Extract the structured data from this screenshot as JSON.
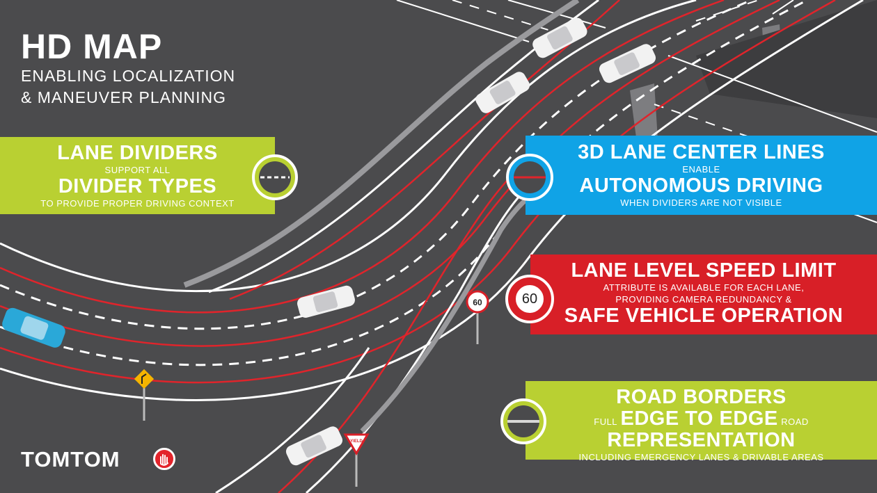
{
  "header": {
    "title": "HD MAP",
    "subtitle_line1": "ENABLING LOCALIZATION",
    "subtitle_line2": "& MANEUVER PLANNING"
  },
  "lane_dividers": {
    "heading": "LANE DIVIDERS",
    "line2": "SUPPORT ALL",
    "heading2": "DIVIDER TYPES",
    "line4": "TO PROVIDE PROPER DRIVING CONTEXT",
    "icon": "dashed-lane-icon"
  },
  "center_lines": {
    "heading": "3D LANE CENTER LINES",
    "line2": "ENABLE",
    "heading2": "AUTONOMOUS DRIVING",
    "line4": "WHEN DIVIDERS ARE NOT VISIBLE",
    "icon": "center-line-icon"
  },
  "speed_limit": {
    "heading": "LANE LEVEL SPEED LIMIT",
    "line2": "ATTRIBUTE IS AVAILABLE FOR EACH LANE,",
    "line3": "PROVIDING CAMERA REDUNDANCY &",
    "heading2": "SAFE VEHICLE OPERATION",
    "sign_value": "60",
    "icon": "speed-limit-sign-icon"
  },
  "road_borders": {
    "heading": "ROAD BORDERS",
    "pre": "FULL",
    "heading2": "EDGE TO EDGE",
    "post": "ROAD",
    "heading3": "REPRESENTATION",
    "line5": "INCLUDING EMERGENCY LANES & DRIVABLE AREAS",
    "icon": "road-border-icon"
  },
  "scene": {
    "road_sign_value": "60",
    "yield_sign_text": "YIELD"
  },
  "brand": {
    "logo_text": "TOMTOM",
    "logo_icon": "tomtom-hand-icon"
  },
  "colors": {
    "background": "#4b4b4d",
    "green": "#b9d032",
    "blue": "#10a3e6",
    "red": "#d81f27",
    "lane_red": "#e0242b",
    "car_blue": "#2aa8d8"
  }
}
